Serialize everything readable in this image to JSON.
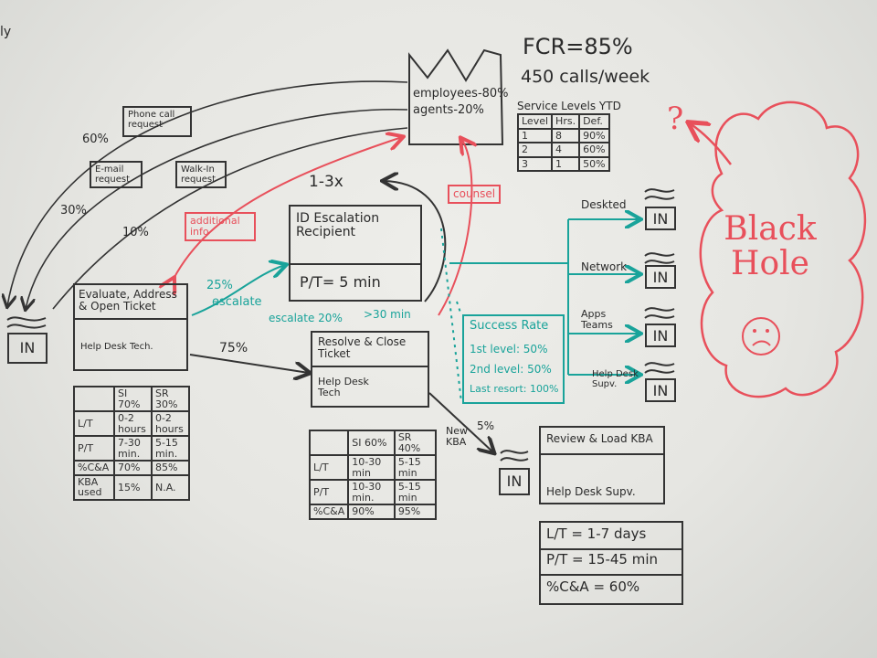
{
  "corner_mark": "ly",
  "headline": {
    "fcr": "FCR=85%",
    "calls": "450 calls/week"
  },
  "factory": {
    "employees": "employees-80%",
    "agents": "agents-20%"
  },
  "service_levels": {
    "title": "Service Levels YTD",
    "headers": [
      "Level",
      "Hrs.",
      "Def."
    ],
    "rows": [
      [
        "1",
        "8",
        "90%"
      ],
      [
        "2",
        "4",
        "60%"
      ],
      [
        "3",
        "1",
        "50%"
      ]
    ]
  },
  "channels": {
    "phone": "Phone call request",
    "email": "E-mail request",
    "walkin": "Walk-In request",
    "pct_phone": "60%",
    "pct_email": "30%",
    "pct_walkin": "10%"
  },
  "in_label": "IN",
  "evaluate": {
    "title": "Evaluate, Address & Open Ticket",
    "role": "Help Desk Tech."
  },
  "eval_metrics": {
    "headers": [
      "",
      "SI 70%",
      "SR 30%"
    ],
    "rows": [
      [
        "L/T",
        "0-2 hours",
        "0-2 hours"
      ],
      [
        "P/T",
        "7-30 min.",
        "5-15 min."
      ],
      [
        "%C&A",
        "70%",
        "85%"
      ],
      [
        "KBA used",
        "15%",
        "N.A."
      ]
    ]
  },
  "additional_info": "additional info",
  "counsel": "counsel",
  "loop": "1-3x",
  "escalation": {
    "title": "ID Escalation Recipient",
    "pt": "P/T= 5 min"
  },
  "escalate_25_pct": "25%",
  "escalate_25_label": "escalate",
  "escalate_20": "escalate 20%",
  "escalate_30": ">30 min",
  "pct_75": "75%",
  "resolve": {
    "title": "Resolve & Close Ticket",
    "role": "Help Desk Tech"
  },
  "resolve_metrics": {
    "headers": [
      "",
      "SI 60%",
      "SR 40%"
    ],
    "rows": [
      [
        "L/T",
        "10-30 min",
        "5-15 min"
      ],
      [
        "P/T",
        "10-30 min.",
        "5-15 min"
      ],
      [
        "%C&A",
        "90%",
        "95%"
      ]
    ]
  },
  "success": {
    "title": "Success Rate",
    "l1": "1st level: 50%",
    "l2": "2nd level: 50%",
    "l3": "Last resort: 100%"
  },
  "departments": [
    "Deskted",
    "Network",
    "Apps Teams",
    "Help Desk Supv."
  ],
  "new_kba": "New KBA",
  "pct_5": "5%",
  "kba_box": {
    "title": "Review & Load KBA",
    "role": "Help Desk Supv."
  },
  "kba_metrics": {
    "lt": "L/T = 1-7 days",
    "pt": "P/T = 15-45 min",
    "ca": "%C&A = 60%"
  },
  "black_hole": "Black Hole",
  "question": "?",
  "colors": {
    "ink": "#2a2a2a",
    "red": "#e8505b",
    "teal": "#19a39a",
    "board": "#e6e6e2"
  }
}
